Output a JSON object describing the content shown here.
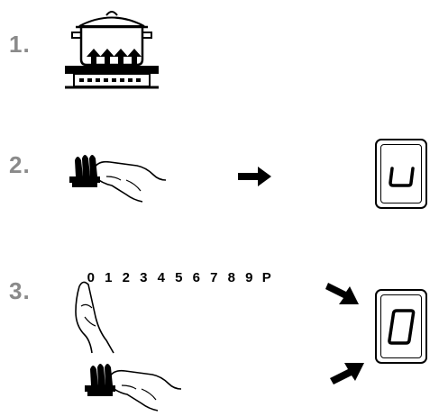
{
  "steps": [
    {
      "number": "1."
    },
    {
      "number": "2."
    },
    {
      "number": "3."
    }
  ],
  "power_scale": [
    "0",
    "1",
    "2",
    "3",
    "4",
    "5",
    "6",
    "7",
    "8",
    "9",
    "P"
  ],
  "icons": {
    "step1": "pot-on-hob-icon",
    "step2": "finger-touch-icon",
    "step3_top": "finger-point-icon",
    "step3_bottom": "finger-touch-icon",
    "arrows": "arrow-right-icon",
    "display": "seven-segment-display-icon"
  },
  "colors": {
    "step_number": "#8a8a8a",
    "ink": "#000000"
  }
}
